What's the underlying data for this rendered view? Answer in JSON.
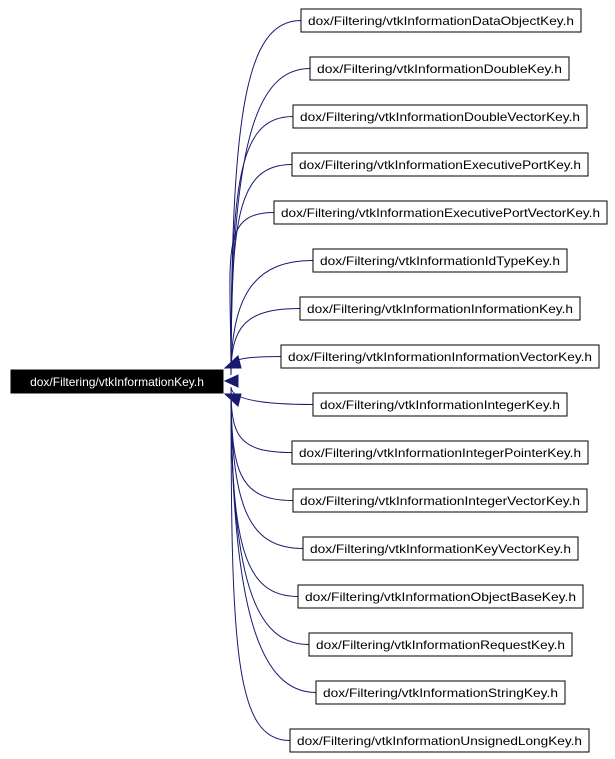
{
  "root": {
    "label": "dox/Filtering/vtkInformationKey.h"
  },
  "nodes": [
    {
      "id": "data-object-key",
      "label": "dox/Filtering/vtkInformationDataObjectKey.h"
    },
    {
      "id": "double-key",
      "label": "dox/Filtering/vtkInformationDoubleKey.h"
    },
    {
      "id": "double-vector-key",
      "label": "dox/Filtering/vtkInformationDoubleVectorKey.h"
    },
    {
      "id": "executive-port-key",
      "label": "dox/Filtering/vtkInformationExecutivePortKey.h"
    },
    {
      "id": "executive-port-vector-key",
      "label": "dox/Filtering/vtkInformationExecutivePortVectorKey.h"
    },
    {
      "id": "id-type-key",
      "label": "dox/Filtering/vtkInformationIdTypeKey.h"
    },
    {
      "id": "information-key",
      "label": "dox/Filtering/vtkInformationInformationKey.h"
    },
    {
      "id": "information-vector-key",
      "label": "dox/Filtering/vtkInformationInformationVectorKey.h"
    },
    {
      "id": "integer-key",
      "label": "dox/Filtering/vtkInformationIntegerKey.h"
    },
    {
      "id": "integer-pointer-key",
      "label": "dox/Filtering/vtkInformationIntegerPointerKey.h"
    },
    {
      "id": "integer-vector-key",
      "label": "dox/Filtering/vtkInformationIntegerVectorKey.h"
    },
    {
      "id": "key-vector-key",
      "label": "dox/Filtering/vtkInformationKeyVectorKey.h"
    },
    {
      "id": "object-base-key",
      "label": "dox/Filtering/vtkInformationObjectBaseKey.h"
    },
    {
      "id": "request-key",
      "label": "dox/Filtering/vtkInformationRequestKey.h"
    },
    {
      "id": "string-key",
      "label": "dox/Filtering/vtkInformationStringKey.h"
    },
    {
      "id": "unsigned-long-key",
      "label": "dox/Filtering/vtkInformationUnsignedLongKey.h"
    }
  ],
  "colors": {
    "edge": "#191970",
    "root_fill": "#000000",
    "root_text": "#ffffff",
    "node_fill": "#ffffff",
    "node_border": "#000000"
  }
}
